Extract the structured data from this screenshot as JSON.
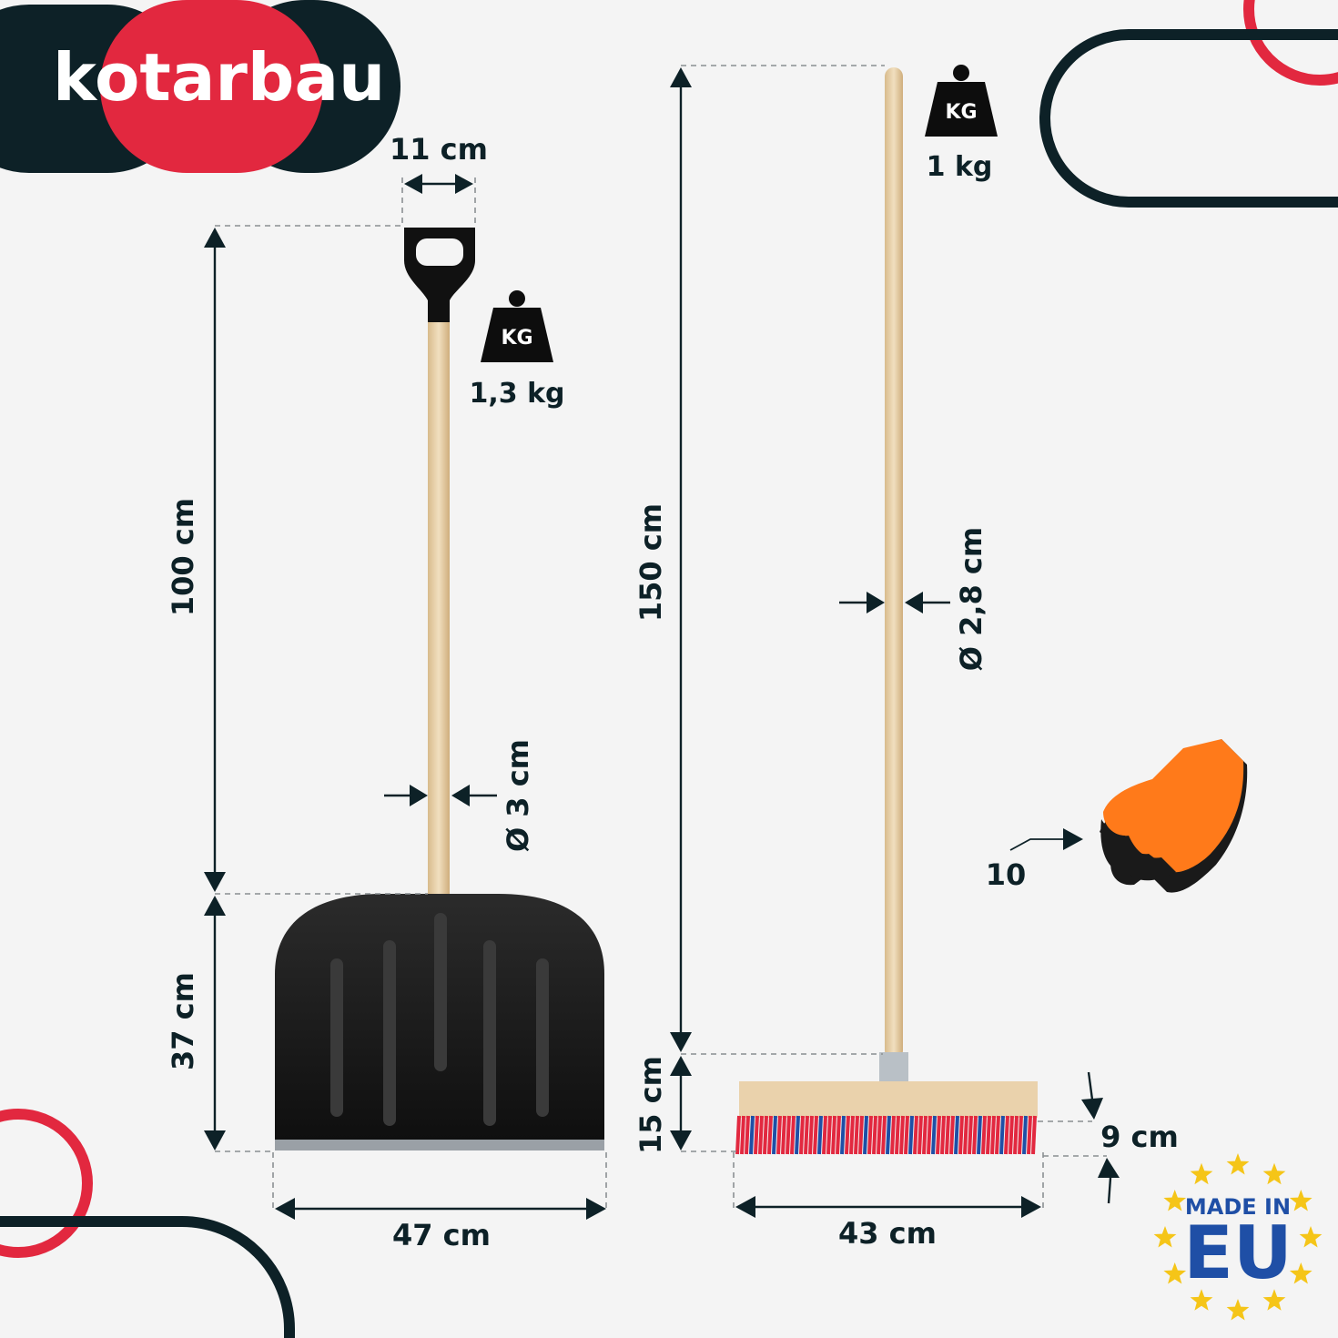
{
  "brand": {
    "name": "kotarbau"
  },
  "colors": {
    "navy": "#0d2127",
    "red": "#e2283f",
    "wood": "#ecd6b0",
    "black": "#121212",
    "orange": "#ff7a1a",
    "euBlue": "#1f4fa6",
    "euGold": "#f5c518"
  },
  "shovel": {
    "handle_width": "11 cm",
    "length": "100 cm",
    "blade_height": "37 cm",
    "blade_width": "47 cm",
    "shaft_diameter": "Ø 3 cm",
    "weight_icon": "KG",
    "weight": "1,3 kg"
  },
  "broom": {
    "length": "150 cm",
    "shaft_diameter": "Ø 2,8 cm",
    "head_height": "15 cm",
    "bristle_height": "9 cm",
    "head_width": "43 cm",
    "weight_icon": "KG",
    "weight": "1 kg"
  },
  "gloves": {
    "count": "10",
    "icon": "work-gloves-icon"
  },
  "badge": {
    "line1": "MADE IN",
    "line2": "EU"
  }
}
